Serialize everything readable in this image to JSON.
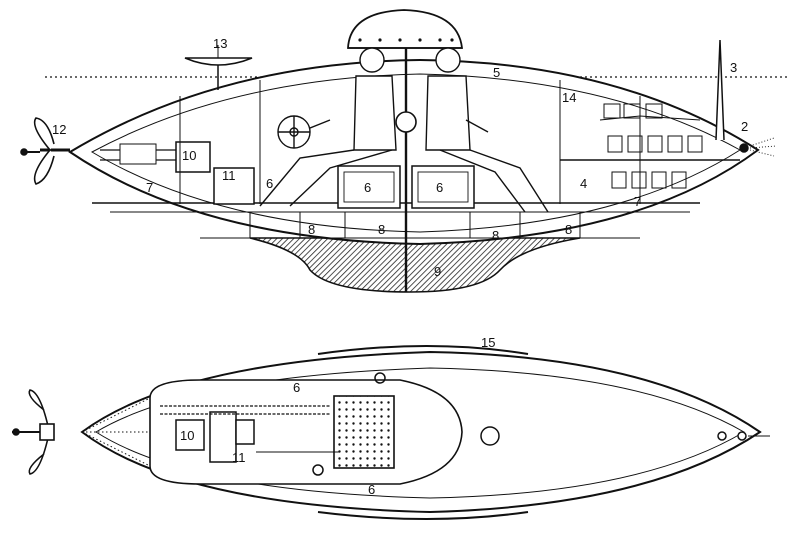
{
  "side_view": {
    "labels": {
      "l2": "2",
      "l3": "3",
      "l4": "4",
      "l5": "5",
      "l6a": "6",
      "l6b": "6",
      "l6c": "6",
      "l7a": "7",
      "l7b": "7",
      "l8a": "8",
      "l8b": "8",
      "l8c": "8",
      "l8d": "8",
      "l9": "9",
      "l10": "10",
      "l11": "11",
      "l12": "12",
      "l13": "13",
      "l14": "14"
    }
  },
  "top_view": {
    "labels": {
      "l15": "15",
      "l6a": "6",
      "l6b": "6",
      "l10": "10",
      "l11": "11"
    }
  },
  "colors": {
    "ink": "#111111",
    "paper": "#ffffff",
    "shade": "#6a6a6a"
  }
}
